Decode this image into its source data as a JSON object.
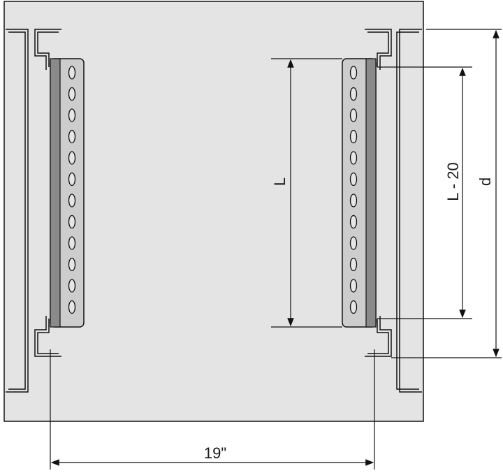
{
  "dimensions": {
    "length": "L",
    "length_minus": "L - 20",
    "depth": "d",
    "width": "19\""
  },
  "colors": {
    "panel": "#e4e4e4",
    "rail": "#cdcdcd",
    "rail_shadow": "#8a8a8a",
    "outline": "#111111"
  }
}
